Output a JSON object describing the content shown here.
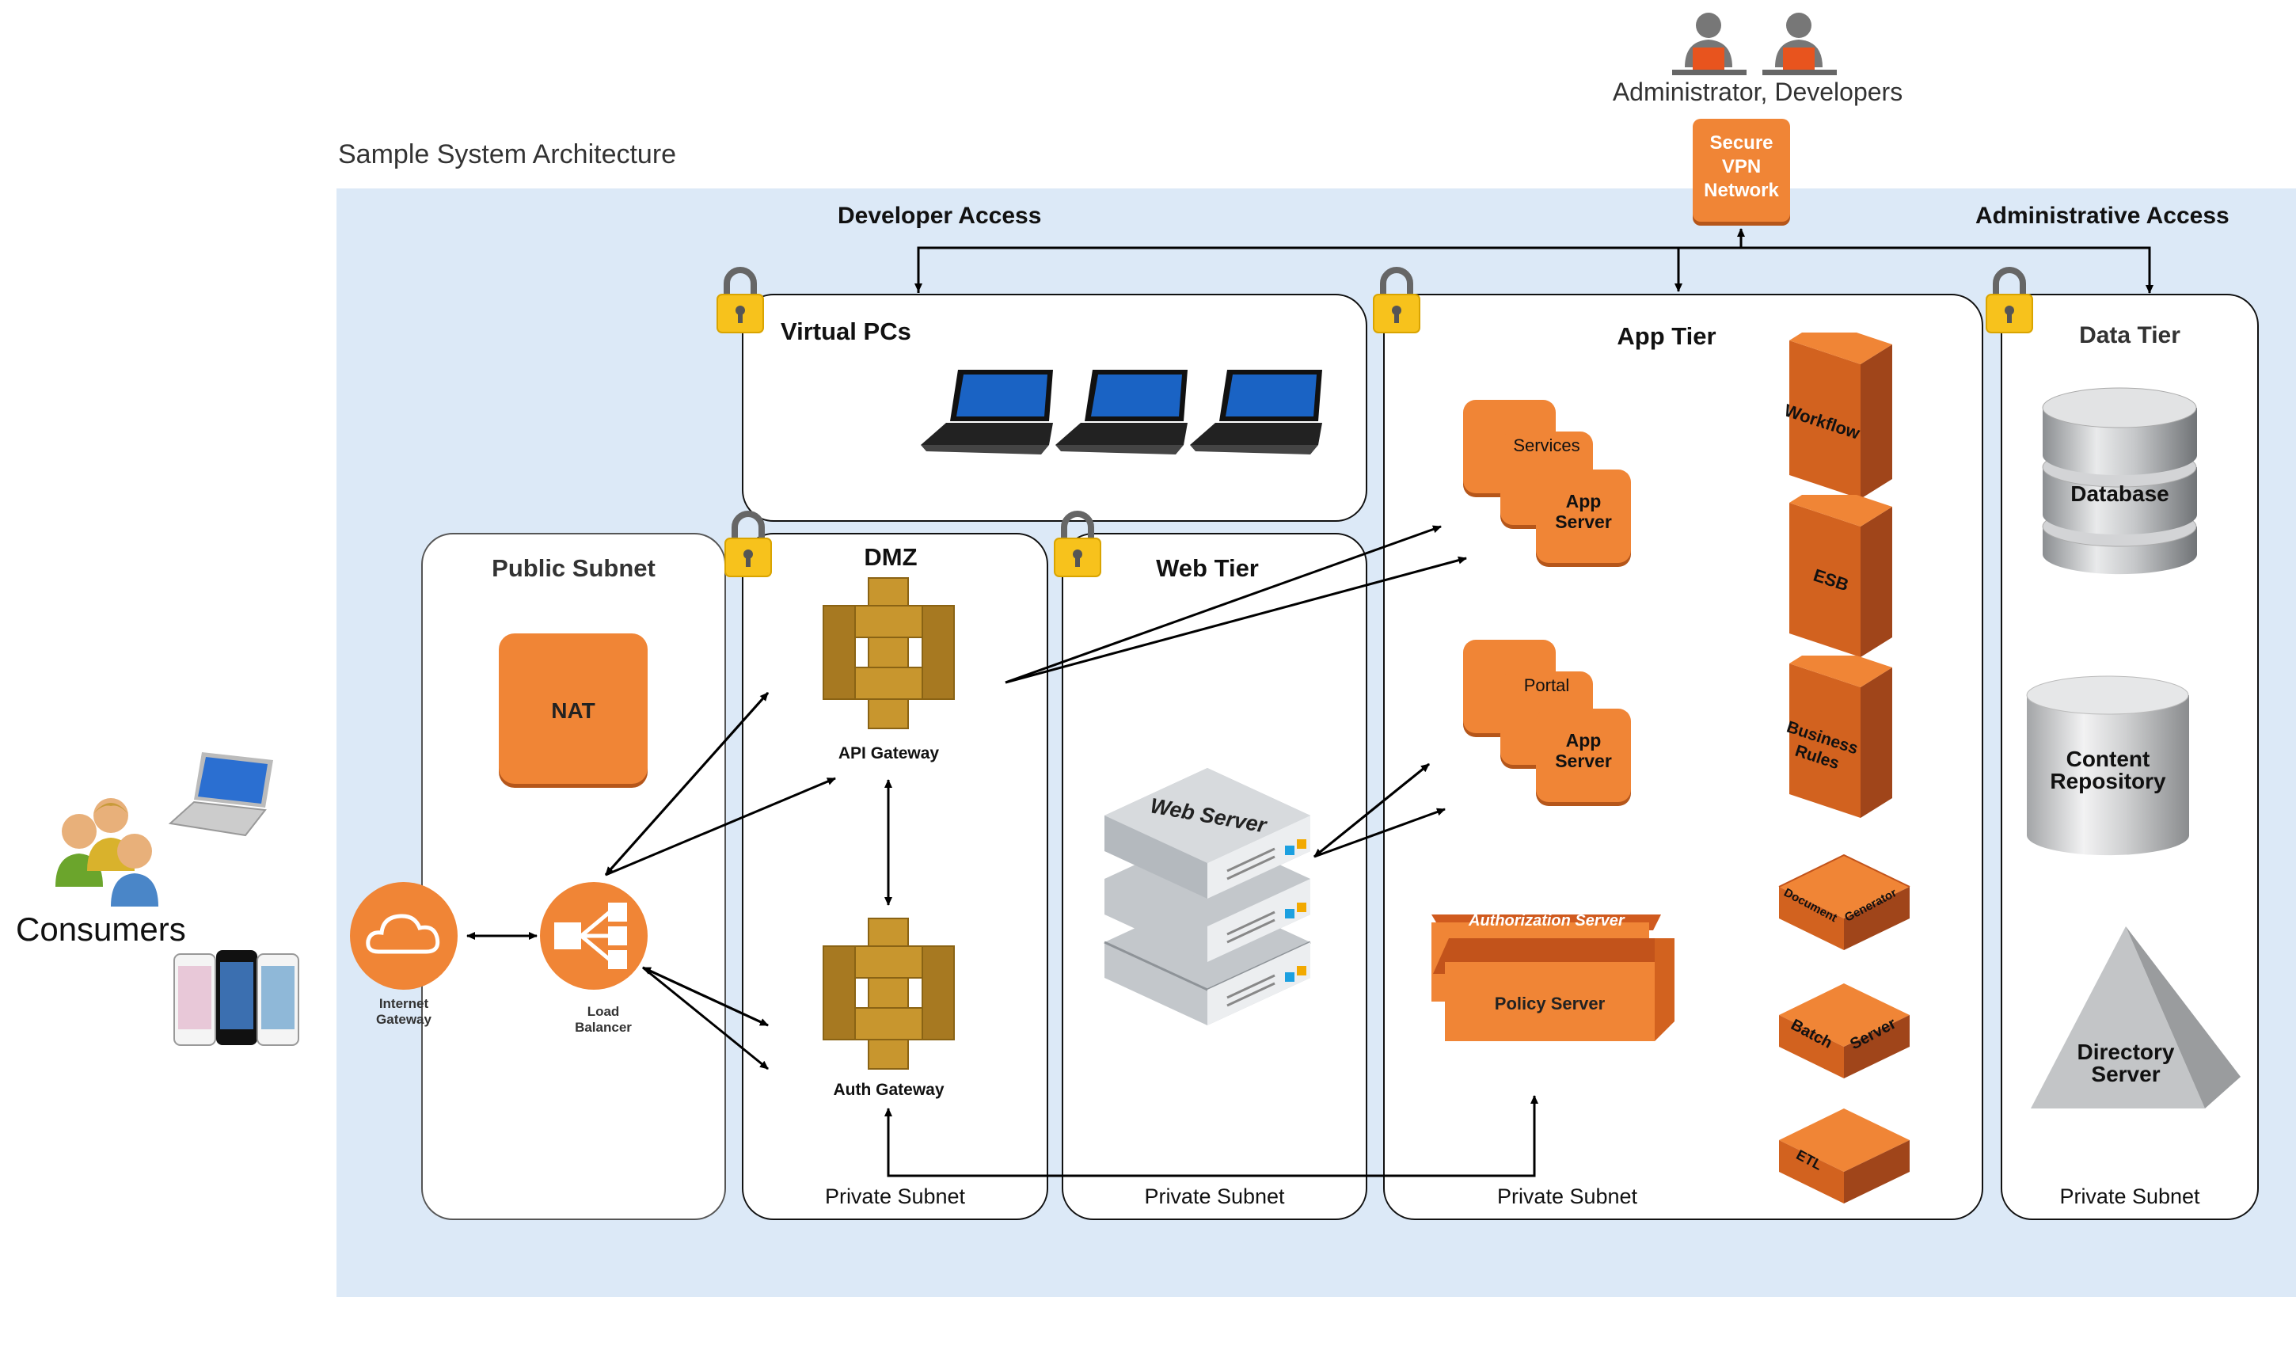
{
  "title": "Sample System Architecture",
  "top": {
    "users_label": "Administrator, Developers",
    "vpn_label_lines": [
      "Secure",
      "VPN",
      "Network"
    ],
    "developer_access": "Developer Access",
    "administrative_access": "Administrative Access"
  },
  "consumers": {
    "label": "Consumers"
  },
  "public_subnet": {
    "title": "Public Subnet",
    "nat": "NAT",
    "internet_gateway_lines": [
      "Internet",
      "Gateway"
    ],
    "load_balancer_lines": [
      "Load",
      "Balancer"
    ]
  },
  "virtual_pcs": {
    "title": "Virtual PCs"
  },
  "dmz": {
    "title": "DMZ",
    "api_gateway": "API Gateway",
    "auth_gateway": "Auth Gateway",
    "footer": "Private Subnet"
  },
  "web_tier": {
    "title": "Web Tier",
    "web_server": "Web Server",
    "footer": "Private Subnet"
  },
  "app_tier": {
    "title": "App Tier",
    "services": "Services",
    "portal": "Portal",
    "app_server_lines": [
      "App",
      "Server"
    ],
    "authorization_server": "Authorization Server",
    "policy_server": "Policy Server",
    "workflow": "Workflow",
    "esb": "ESB",
    "business_rules_lines": [
      "Business",
      "Rules"
    ],
    "document_generator": [
      "Document",
      "Generator"
    ],
    "batch_server": [
      "Batch",
      "Server"
    ],
    "etl": "ETL",
    "footer": "Private Subnet"
  },
  "data_tier": {
    "title": "Data Tier",
    "database": "Database",
    "content_repository_lines": [
      "Content",
      "Repository"
    ],
    "directory_server_lines": [
      "Directory",
      "Server"
    ],
    "footer": "Private Subnet"
  },
  "colors": {
    "background_panel": "#dce9f7",
    "orange": "#f08536",
    "orange_dark": "#b5561a",
    "gold": "#c8962e",
    "lock_yellow": "#f7c21c"
  }
}
